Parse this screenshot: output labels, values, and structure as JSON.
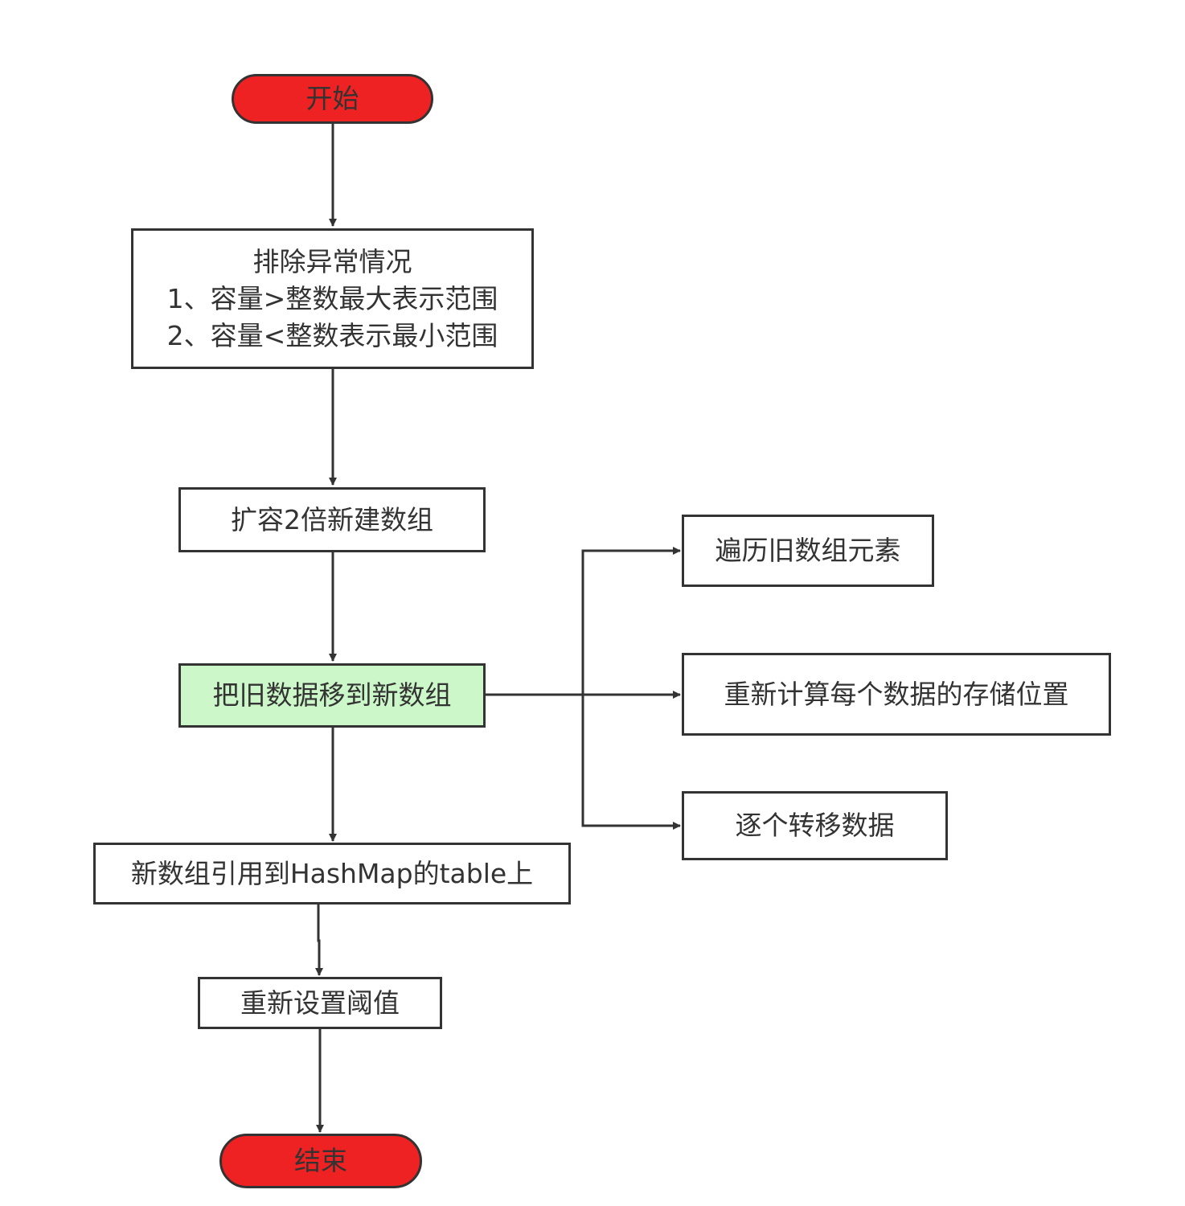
{
  "diagram": {
    "type": "flowchart",
    "colors": {
      "terminal_fill": "#ee2222",
      "highlight_fill": "#ccf7c8",
      "stroke": "#333333",
      "default_fill": "#ffffff"
    },
    "nodes": {
      "start": {
        "label": "开始",
        "shape": "terminal"
      },
      "exclude": {
        "lines": [
          "排除异常情况",
          "1、容量>整数最大表示范围",
          "2、容量<整数表示最小范围"
        ],
        "shape": "process"
      },
      "expand": {
        "label": "扩容2倍新建数组",
        "shape": "process"
      },
      "move": {
        "label": "把旧数据移到新数组",
        "shape": "process",
        "highlight": true
      },
      "traverse": {
        "label": "遍历旧数组元素",
        "shape": "process"
      },
      "recalc": {
        "label": "重新计算每个数据的存储位置",
        "shape": "process"
      },
      "transfer": {
        "label": "逐个转移数据",
        "shape": "process"
      },
      "reference": {
        "label": "新数组引用到HashMap的table上",
        "shape": "process"
      },
      "threshold": {
        "label": "重新设置阈值",
        "shape": "process"
      },
      "end": {
        "label": "结束",
        "shape": "terminal"
      }
    },
    "edges": [
      {
        "from": "start",
        "to": "exclude"
      },
      {
        "from": "exclude",
        "to": "expand"
      },
      {
        "from": "expand",
        "to": "move"
      },
      {
        "from": "move",
        "to": "traverse"
      },
      {
        "from": "move",
        "to": "recalc"
      },
      {
        "from": "move",
        "to": "transfer"
      },
      {
        "from": "move",
        "to": "reference"
      },
      {
        "from": "reference",
        "to": "threshold"
      },
      {
        "from": "threshold",
        "to": "end"
      }
    ]
  }
}
